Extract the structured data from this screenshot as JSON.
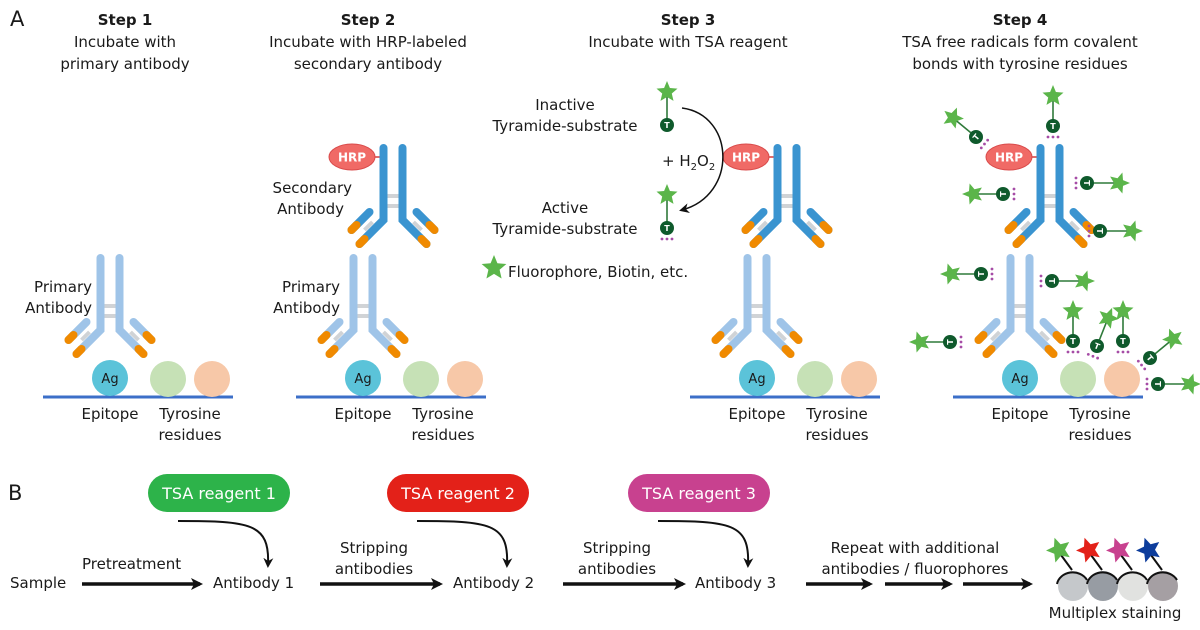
{
  "panel_a": {
    "label": "A",
    "steps": [
      {
        "title": "Step 1",
        "lines": [
          "Incubate with",
          "primary antibody"
        ]
      },
      {
        "title": "Step 2",
        "lines": [
          "Incubate with HRP-labeled",
          "secondary antibody"
        ]
      },
      {
        "title": "Step 3",
        "lines": [
          "Incubate with TSA reagent"
        ]
      },
      {
        "title": "Step 4",
        "lines": [
          "TSA free radicals form covalent",
          "bonds with tyrosine residues"
        ]
      }
    ],
    "labels": {
      "primary_antibody": [
        "Primary",
        "Antibody"
      ],
      "secondary_antibody": [
        "Secondary",
        "Antibody"
      ],
      "epitope": "Epitope",
      "tyrosine": [
        "Tyrosine",
        "residues"
      ],
      "ag": "Ag",
      "hrp": "HRP",
      "tyramide": "T",
      "inactive": [
        "Inactive",
        "Tyramide-substrate"
      ],
      "active": [
        "Active",
        "Tyramide-substrate"
      ],
      "h2o2_prefix": "+ H",
      "h2o2_sub1": "2",
      "h2o2_mid": "O",
      "h2o2_sub2": "2",
      "legend": "Fluorophore, Biotin, etc."
    }
  },
  "panel_b": {
    "label": "B",
    "sample": "Sample",
    "pretreatment": "Pretreatment",
    "antibodies": [
      "Antibody 1",
      "Antibody 2",
      "Antibody 3"
    ],
    "stripping": [
      "Stripping",
      "antibodies"
    ],
    "reagents": [
      {
        "label": "TSA reagent 1",
        "color": "#2db34a"
      },
      {
        "label": "TSA reagent 2",
        "color": "#e32119"
      },
      {
        "label": "TSA reagent 3",
        "color": "#c8418f"
      }
    ],
    "repeat": [
      "Repeat with additional",
      "antibodies / fluorophores"
    ],
    "result": "Multiplex staining",
    "star_colors": [
      "#5bb54a",
      "#e32119",
      "#c8418f",
      "#0d3d9c"
    ],
    "bead_colors": [
      "#c5c8cb",
      "#979ca3",
      "#e1e2e0",
      "#a59fa3"
    ]
  },
  "colors": {
    "primary_ab": "#9fc4e8",
    "secondary_ab": "#3a94d0",
    "tip": "#f08a00",
    "hrp": "#f06a66",
    "ag": "#5bc3d9",
    "tyrosine_green": "#c6e1b6",
    "tyrosine_peach": "#f7c8a8",
    "baseline": "#3c6fc8",
    "fluor_star": "#5bb54a",
    "tyramide": "#0f5a2c",
    "radical_dot": "#a64ca6"
  }
}
